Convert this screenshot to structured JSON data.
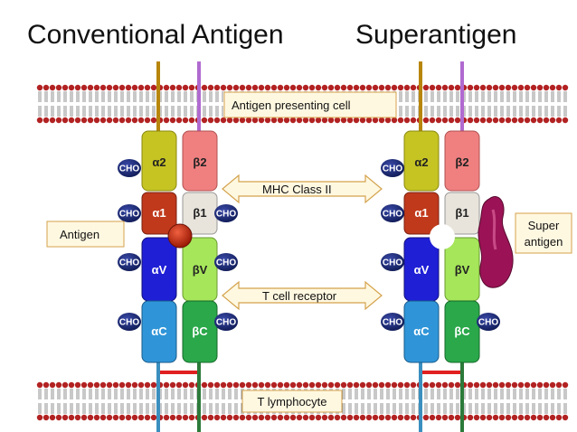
{
  "titles": {
    "conventional": "Conventional Antigen",
    "superantigen": "Superantigen"
  },
  "labels": {
    "apc": "Antigen presenting cell",
    "mhc": "MHC Class II",
    "tcr": "T cell receptor",
    "t_lymphocyte": "T lymphocyte",
    "antigen": "Antigen",
    "super_antigen_line1": "Super",
    "super_antigen_line2": "antigen",
    "cho": "CHO"
  },
  "domains": {
    "alpha2": "α2",
    "beta2": "β2",
    "alpha1": "α1",
    "beta1": "β1",
    "alphaV": "αV",
    "betaV": "βV",
    "alphaC": "αC",
    "betaC": "βC"
  },
  "colors": {
    "alpha2": "#c6c423",
    "beta2": "#f08080",
    "alpha1": "#c0391b",
    "beta1": "#e8e4dc",
    "alphaV": "#1f1fd6",
    "betaV": "#a6e65a",
    "alphaC": "#2f95d8",
    "betaC": "#2aa84a",
    "cho": "#1a2a7a",
    "membrane_head": "#b22222",
    "label_box_fill": "#fff8e1",
    "label_box_border": "#d4a24c",
    "antigen": "#c0260e",
    "superantigen": "#9b1356"
  }
}
